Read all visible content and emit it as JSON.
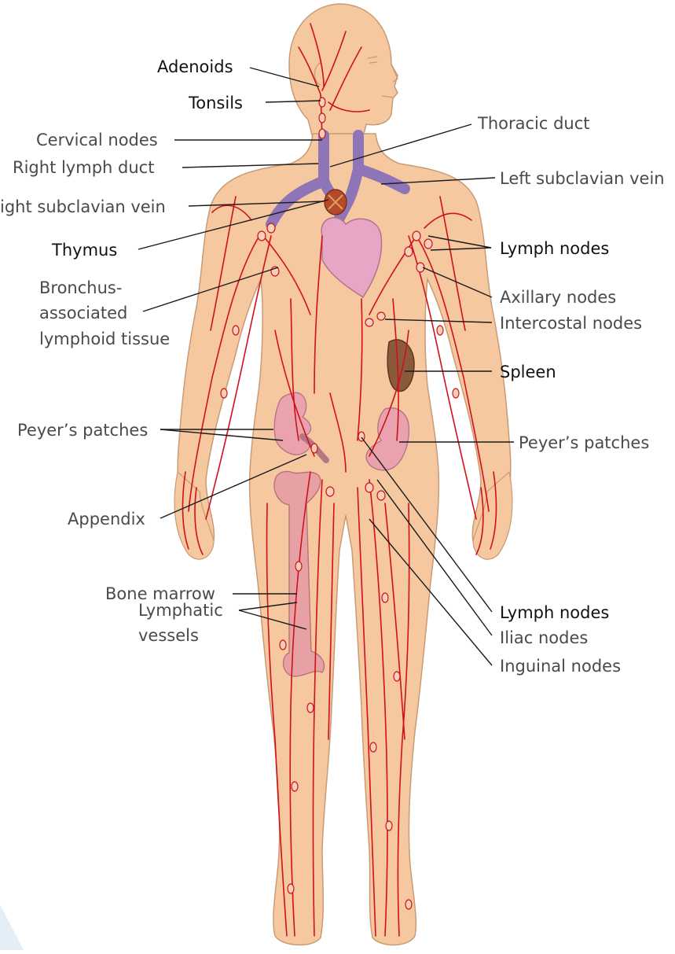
{
  "colors": {
    "skin": "#f6c8a0",
    "skin_outline": "#c99a76",
    "vessel": "#d0101a",
    "vein": "#8d75b8",
    "heart": "#e8a6c6",
    "spleen": "#8a5a3a",
    "bone": "#e7a1a5",
    "intestine": "#eaa3ae"
  },
  "labels": {
    "adenoids": "Adenoids",
    "tonsils": "Tonsils",
    "cervical_nodes": "Cervical nodes",
    "right_lymph_duct": "Right lymph duct",
    "right_subclavian_vein": "ight subclavian vein",
    "thymus": "Thymus",
    "bronchus_line1": "Bronchus-",
    "bronchus_line2": "associated",
    "bronchus_line3": "lymphoid tissue",
    "peyers_patches_left": "Peyer’s patches",
    "appendix": "Appendix",
    "bone_marrow": "Bone marrow",
    "lymphatic_vessels_line1": "Lymphatic",
    "lymphatic_vessels_line2": "vessels",
    "thoracic_duct": "Thoracic duct",
    "left_subclavian_vein": "Left subclavian vein",
    "lymph_nodes_upper": "Lymph nodes",
    "axillary_nodes": "Axillary nodes",
    "intercostal_nodes": "Intercostal nodes",
    "spleen": "Spleen",
    "peyers_patches_right": "Peyer’s patches",
    "lymph_nodes_lower": "Lymph nodes",
    "iliac_nodes": "Iliac nodes",
    "inguinal_nodes": "Inguinal nodes"
  }
}
